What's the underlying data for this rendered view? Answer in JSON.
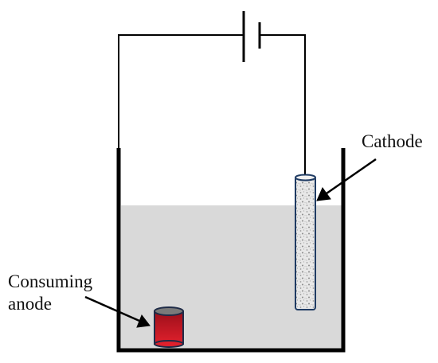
{
  "labels": {
    "cathode": "Cathode",
    "anode_line1": "Consuming",
    "anode_line2": "anode"
  },
  "colors": {
    "wire": "#000000",
    "electrolyte": "#d9d9d9",
    "tank_wall": "#000000",
    "cathode_fill": "#e6e6e6",
    "cathode_outline": "#1f3b63",
    "anode_top": "#7a7a7a",
    "anode_body_dark": "#9b0f1a",
    "anode_body_light": "#e0202c",
    "anode_outline": "#1f2b47",
    "label_text": "#111111"
  },
  "components": {
    "power_source": "battery-symbol",
    "container": "electrolyte-tank",
    "cathode": "rod-electrode",
    "anode": "consumable-cylinder-electrode"
  }
}
